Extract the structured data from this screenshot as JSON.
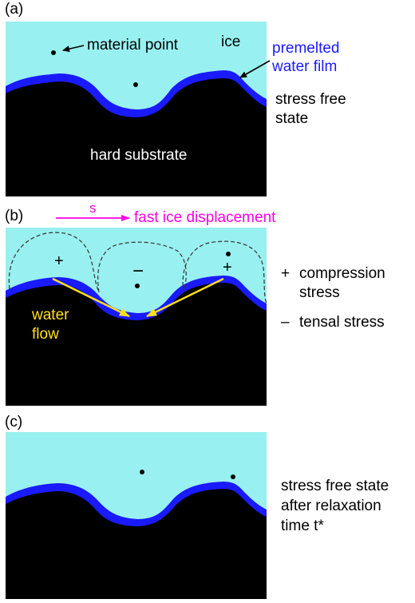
{
  "colors": {
    "ice": "#99f0f0",
    "film": "#1a1aff",
    "substrate": "#000000",
    "magenta": "#ff00e6",
    "yellow": "#ffe01a"
  },
  "panel_a": {
    "label": "(a)",
    "material_point": "material point",
    "ice": "ice",
    "film_line1": "premelted",
    "film_line2": "water film",
    "state_line1": "stress free",
    "state_line2": "state",
    "substrate": "hard substrate"
  },
  "panel_b": {
    "label": "(b)",
    "s": "s",
    "fast": "fast ice displacement",
    "plus_left": "+",
    "minus_mid": "−",
    "plus_right": "+",
    "water_line1": "water",
    "water_line2": "flow",
    "legend_plus_sym": "+",
    "legend_plus_line1": "compression",
    "legend_plus_line2": "stress",
    "legend_minus_sym": "–",
    "legend_minus_text": "tensal stress"
  },
  "panel_c": {
    "label": "(c)",
    "state_line1": "stress free state",
    "state_line2": "after relaxation",
    "state_line3": "time t*"
  }
}
